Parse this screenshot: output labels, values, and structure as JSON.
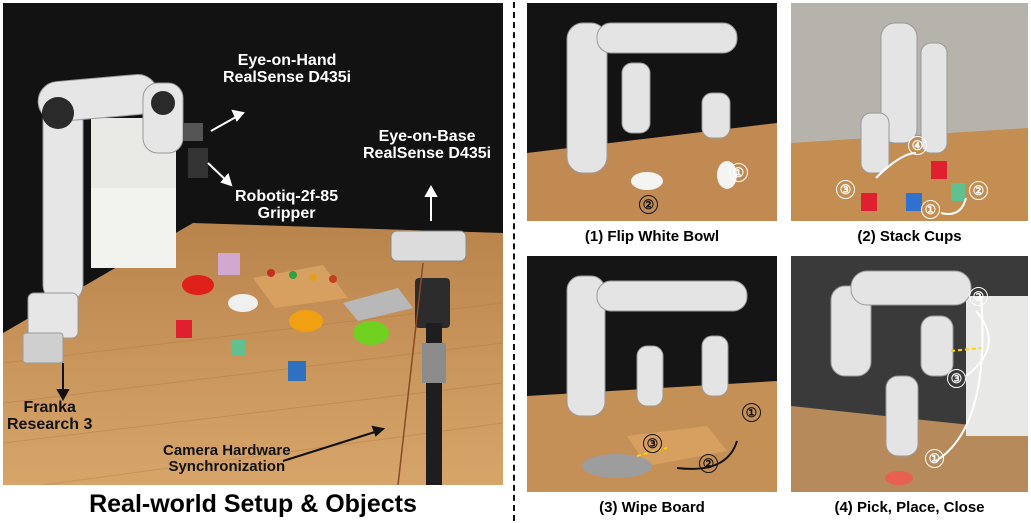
{
  "main": {
    "title": "Real-world Setup & Objects",
    "labels": {
      "eye_on_hand_line1": "Eye-on-Hand",
      "eye_on_hand_line2": "RealSense D435i",
      "eye_on_base_line1": "Eye-on-Base",
      "eye_on_base_line2": "RealSense D435i",
      "gripper_line1": "Robotiq-2f-85",
      "gripper_line2": "Gripper",
      "franka_line1": "Franka",
      "franka_line2": "Research 3",
      "sync_line1": "Camera Hardware",
      "sync_line2": "Synchronization"
    }
  },
  "tasks": [
    {
      "caption": "(1) Flip White Bowl",
      "steps": [
        "①",
        "②"
      ]
    },
    {
      "caption": "(2) Stack Cups",
      "steps": [
        "①",
        "②",
        "③",
        "④"
      ]
    },
    {
      "caption": "(3) Wipe Board",
      "steps": [
        "①",
        "②",
        "③"
      ]
    },
    {
      "caption": "(4) Pick, Place, Close",
      "steps": [
        "①",
        "②",
        "③"
      ]
    }
  ],
  "colors": {
    "table_wood": "#c9955a",
    "background_dark": "#111111",
    "robot_white": "#e6e6e6"
  }
}
